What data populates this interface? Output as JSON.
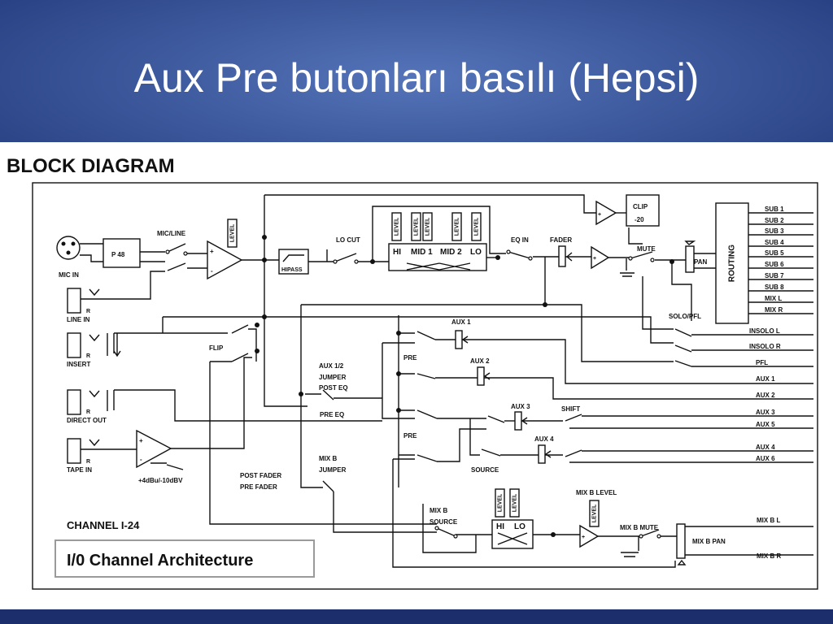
{
  "slide": {
    "title": "Aux Pre butonları basılı (Hepsi)",
    "colors": {
      "header_center": "#5574b9",
      "header_edge": "#223a7c",
      "footer_band": "#1c2f6c",
      "title_text": "#ffffff"
    }
  },
  "diagram": {
    "heading": "BLOCK DIAGRAM",
    "channel": "CHANNEL I-24",
    "footer_box": "I/0 Channel Architecture",
    "labels": {
      "mic_line": "MIC/LINE",
      "p48": "P 48",
      "mic_in": "MIC IN",
      "line_in": "LINE IN",
      "insert": "INSERT",
      "direct_out": "DIRECT OUT",
      "tape_in": "TAPE IN",
      "tape_level": "+4dBu/-10dBV",
      "flip": "FLIP",
      "hipass": "HIPASS",
      "lo_cut": "LO CUT",
      "level": "LEVEL",
      "eq_hi": "HI",
      "eq_mid1": "MID 1",
      "eq_mid2": "MID 2",
      "eq_lo": "LO",
      "eq_in": "EQ IN",
      "fader": "FADER",
      "clip": "CLIP",
      "clip_db": "-20",
      "mute": "MUTE",
      "pan": "PAN",
      "routing": "ROUTING",
      "solo_pfl": "SOLO/PFL",
      "aux1": "AUX 1",
      "aux2": "AUX 2",
      "aux3": "AUX 3",
      "aux4": "AUX 4",
      "pre": "PRE",
      "shift": "SHIFT",
      "source": "SOURCE",
      "aux12_jumper": [
        "AUX 1/2",
        "JUMPER",
        "POST EQ"
      ],
      "pre_eq": "PRE EQ",
      "mixb_jumper": [
        "MIX B",
        "JUMPER"
      ],
      "post_fader": "POST FADER",
      "pre_fader": "PRE FADER",
      "mixb_source": [
        "MIX B",
        "SOURCE"
      ],
      "mixb_level": "MIX B LEVEL",
      "mixb_mute": "MIX B MUTE",
      "mixb_pan": "MIX B PAN",
      "plus": "+",
      "minus": "-",
      "jack_r": "R"
    },
    "outputs_top": [
      "SUB 1",
      "SUB 2",
      "SUB 3",
      "SUB 4",
      "SUB 5",
      "SUB 6",
      "SUB 7",
      "SUB 8",
      "MIX L",
      "MIX R"
    ],
    "outputs_bottom": [
      "INSOLO L",
      "INSOLO R",
      "PFL",
      "AUX 1",
      "AUX 2",
      "AUX 3",
      "AUX 5",
      "AUX 4",
      "AUX 6"
    ],
    "mixb_outputs": [
      "MIX B L",
      "MIX B R"
    ]
  }
}
